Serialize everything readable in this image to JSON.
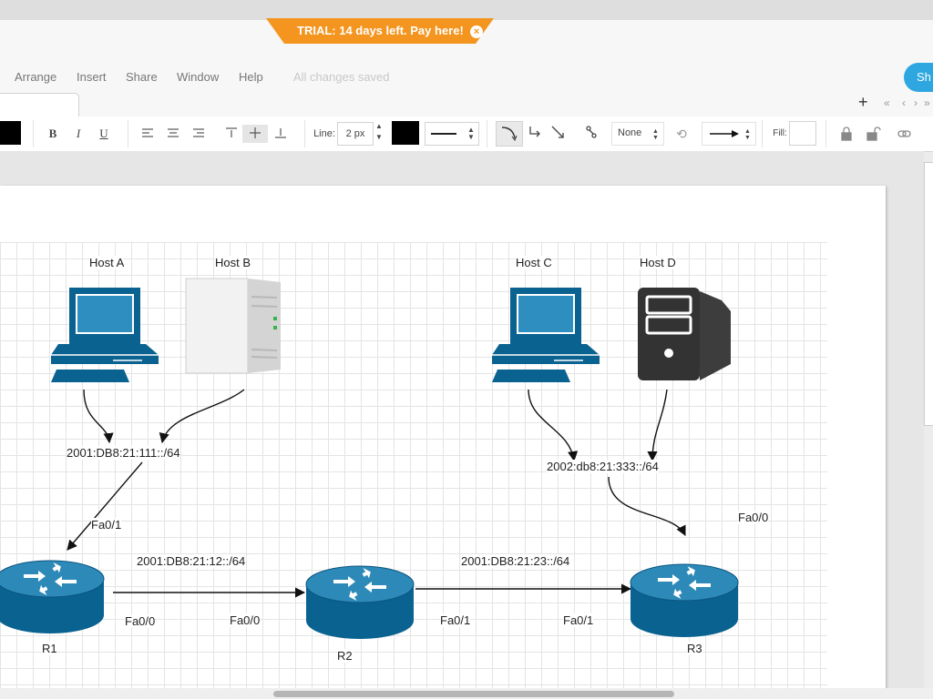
{
  "trial": {
    "text": "TRIAL: 14 days left. Pay here!",
    "close": "×"
  },
  "menu": {
    "items": [
      "Arrange",
      "Insert",
      "Share",
      "Window",
      "Help"
    ],
    "status": "All changes saved",
    "share_button": "Sh"
  },
  "tabs": {
    "add": "+",
    "nav": [
      "«",
      "‹",
      "›",
      "»"
    ]
  },
  "toolbar": {
    "bold": "B",
    "italic": "I",
    "underline": "U",
    "line_label": "Line:",
    "line_width": "2 px",
    "arrow_style": "None",
    "fill_label": "Fill:"
  },
  "diagram": {
    "hosts": [
      {
        "name": "Host A",
        "type": "desktop"
      },
      {
        "name": "Host B",
        "type": "server-tower"
      },
      {
        "name": "Host C",
        "type": "desktop"
      },
      {
        "name": "Host D",
        "type": "server-dark"
      }
    ],
    "networks": [
      "2001:DB8:21:111::/64",
      "2002:db8:21:333::/64",
      "2001:DB8:21:12::/64",
      "2001:DB8:21:23::/64"
    ],
    "routers": [
      "R1",
      "R2",
      "R3"
    ],
    "interfaces": {
      "r1_up": "Fa0/1",
      "r3_up": "Fa0/0",
      "r1_r2_left": "Fa0/0",
      "r1_r2_right": "Fa0/0",
      "r2_r3_left": "Fa0/1",
      "r2_r3_right": "Fa0/1"
    }
  },
  "colors": {
    "router": "#0a6290",
    "host": "#0a6290",
    "trial": "#f3951f",
    "share": "#2ea7e0"
  }
}
